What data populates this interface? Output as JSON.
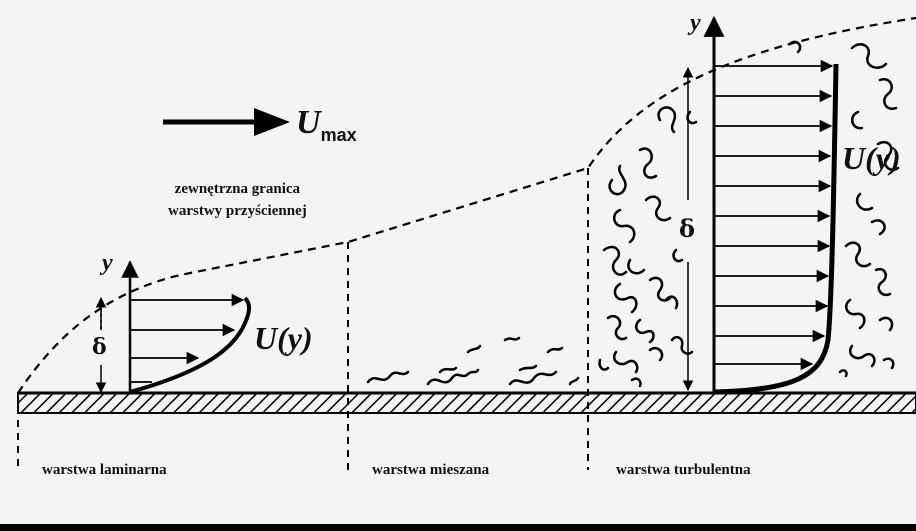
{
  "flow": {
    "arrow_label_main": "U",
    "arrow_label_sub": "max"
  },
  "boundary": {
    "line1": "zewnętrzna granica",
    "line2": "warstwy przyściennej"
  },
  "laminar": {
    "axis_label": "y",
    "thickness_label": "δ",
    "profile_label": "U(y)"
  },
  "turbulent": {
    "axis_label": "y",
    "thickness_label": "δ",
    "profile_label": "U(y)"
  },
  "zones": {
    "laminar": "warstwa laminarna",
    "mixed": "warstwa mieszana",
    "turbulent": "warstwa turbulentna"
  }
}
